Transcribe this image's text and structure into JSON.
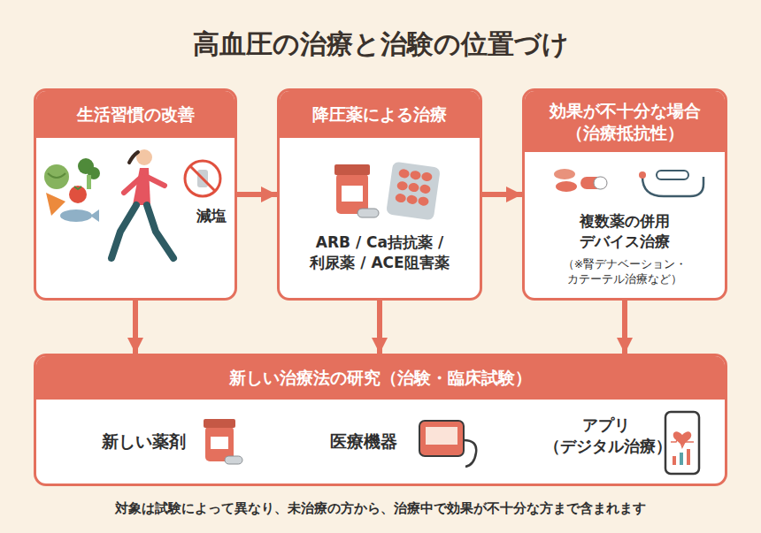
{
  "diagram": {
    "title": "高血圧の治療と治験の位置づけ",
    "caption": "対象は試験によって異なり、未治療の方から、治療中で効果が不十分な方まで含まれます",
    "nodes": [
      {
        "text": [
          "生活習慣の改善",
          "減塩"
        ]
      },
      {
        "text": [
          "降圧薬による治療",
          "ARB / Ca拮抗薬 / 利尿薬 / ACE阻害薬"
        ]
      },
      {
        "text": [
          "効果が不十分な場合 （治療抵抗性）",
          "複数薬の併用 デバイス治療",
          "（※腎デナベーション・ カテーテル治療など）"
        ]
      },
      {
        "text": [
          "新しい治療法の研究（治験・臨床試験）",
          "新しい薬剤",
          "医療機器",
          "アプリ （デジタル治療）"
        ]
      }
    ],
    "edges": [
      {
        "from": 0,
        "to": 1,
        "arrow": "to"
      },
      {
        "from": 1,
        "to": 2,
        "arrow": "to"
      },
      {
        "from": 0,
        "to": 3,
        "arrow": "to"
      },
      {
        "from": 1,
        "to": 3,
        "arrow": "to"
      },
      {
        "from": 2,
        "to": 3,
        "arrow": "to"
      }
    ]
  }
}
